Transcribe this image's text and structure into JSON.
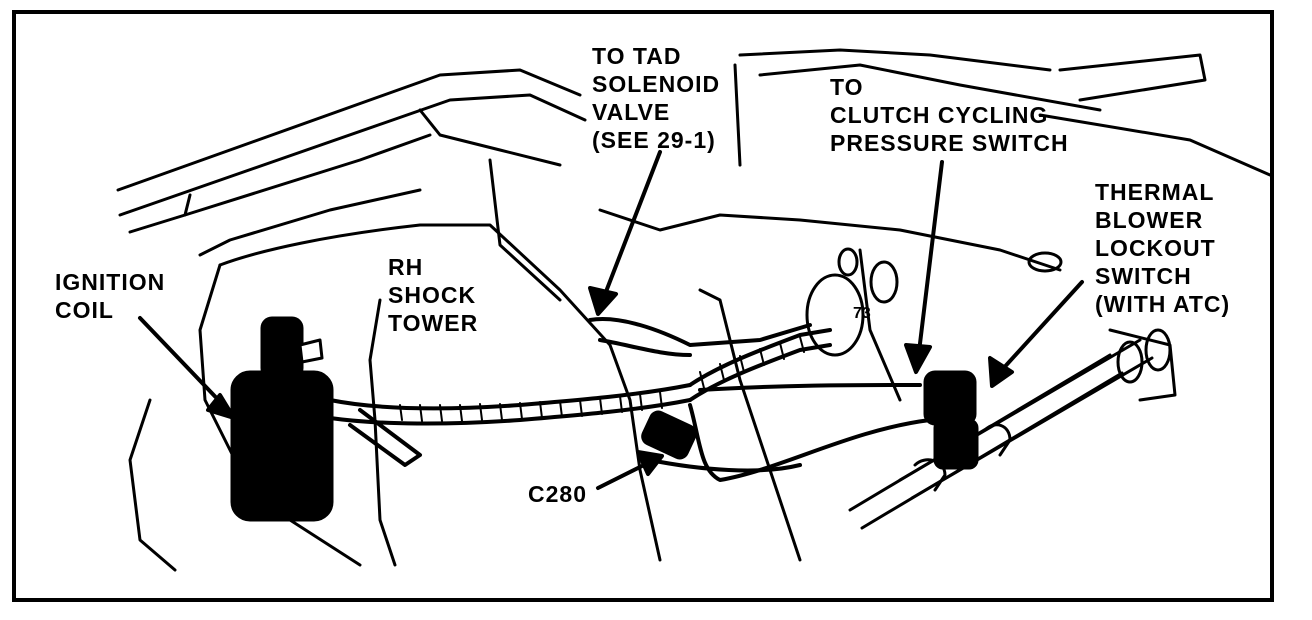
{
  "labels": {
    "ignition_coil": [
      "IGNITION",
      "COIL"
    ],
    "rh_shock_tower": [
      "RH",
      "SHOCK",
      "TOWER"
    ],
    "tad_solenoid": [
      "TO TAD",
      "SOLENOID",
      "VALVE",
      "(SEE 29-1)"
    ],
    "clutch_cycling": [
      "TO",
      "CLUTCH CYCLING",
      "PRESSURE SWITCH"
    ],
    "thermal_blower": [
      "THERMAL",
      "BLOWER",
      "LOCKOUT",
      "SWITCH",
      "(WITH ATC)"
    ],
    "c280": "C280",
    "part_number": "73"
  },
  "colors": {
    "ink": "#000000",
    "paper": "#ffffff"
  }
}
